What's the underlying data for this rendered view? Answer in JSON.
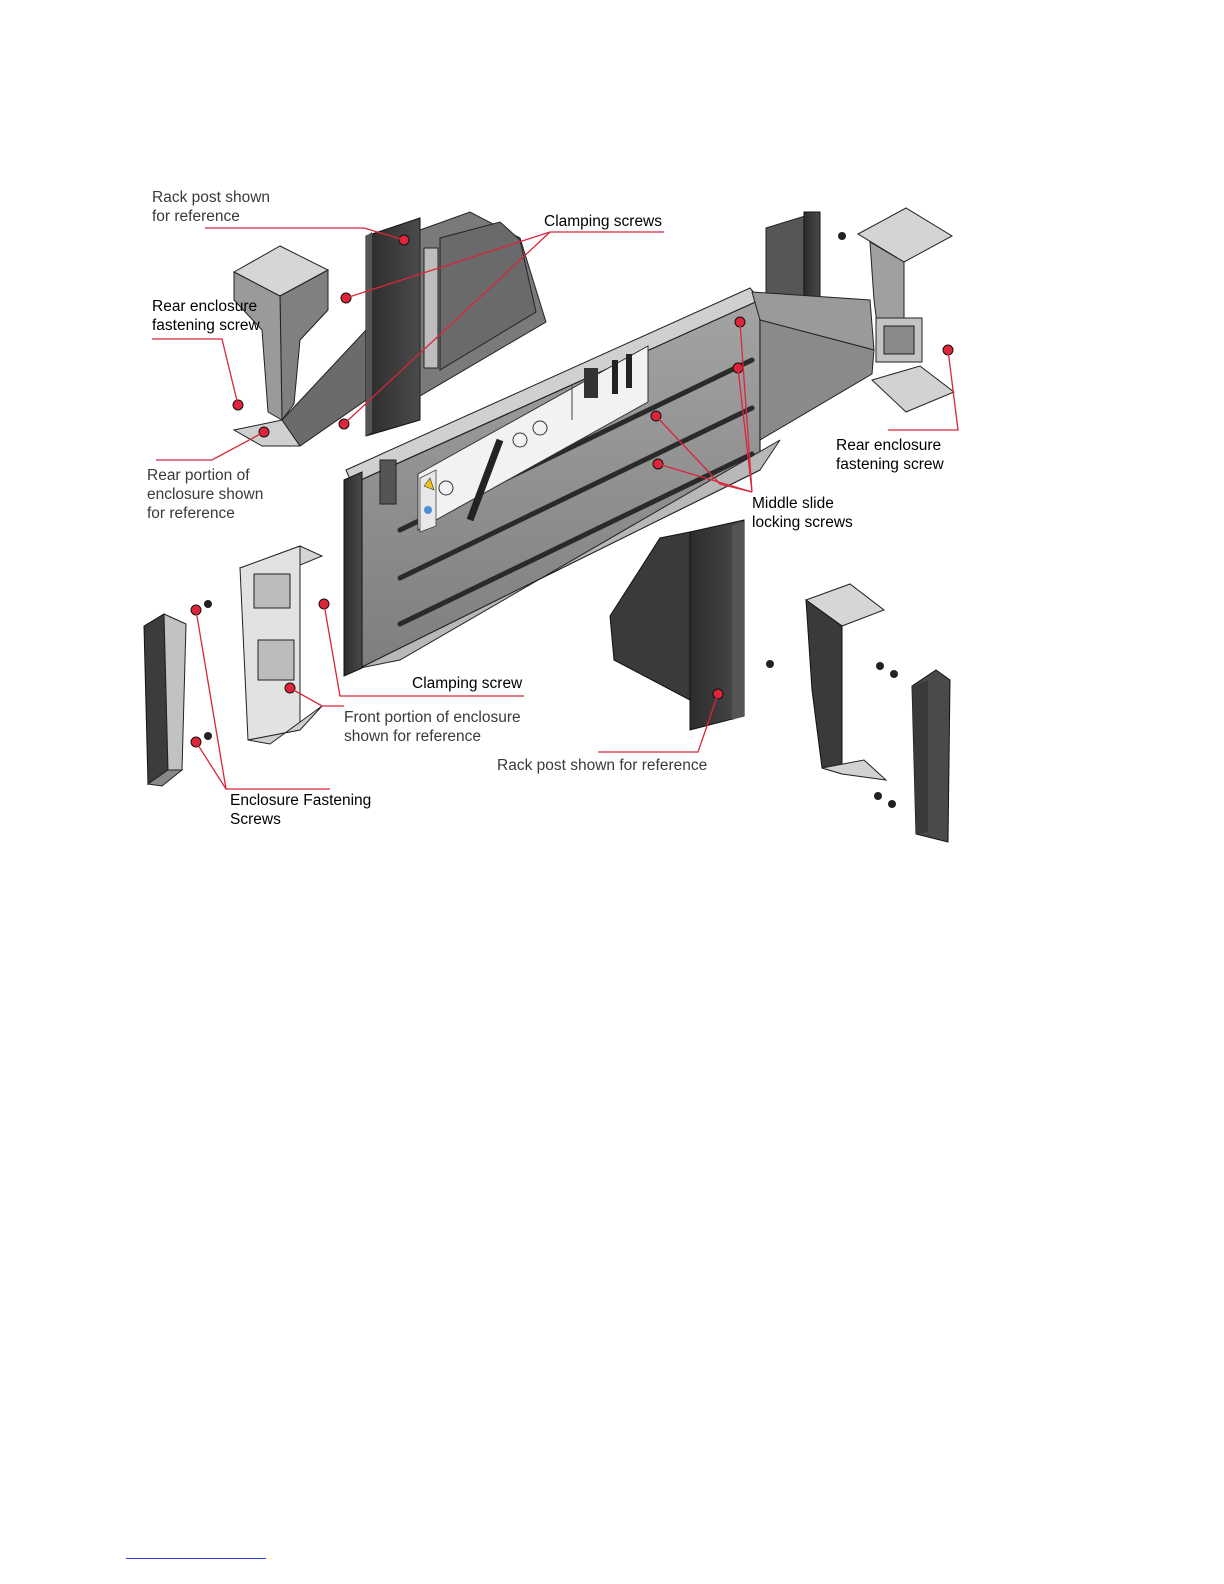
{
  "labels": {
    "rack_post_top": [
      "Rack post shown",
      "for reference"
    ],
    "clamping_screws": [
      "Clamping screws"
    ],
    "rear_fastening_left": [
      "Rear enclosure",
      "fastening screw"
    ],
    "rear_portion": [
      "Rear portion of",
      "enclosure shown",
      "for reference"
    ],
    "rear_fastening_right": [
      "Rear enclosure",
      "fastening screw"
    ],
    "middle_slide": [
      "Middle slide",
      "locking screws"
    ],
    "clamping_screw": [
      "Clamping screw"
    ],
    "front_portion": [
      "Front portion of enclosure",
      "shown for reference"
    ],
    "rack_post_bottom": [
      "Rack post shown for reference"
    ],
    "enclosure_fastening": [
      "Enclosure Fastening",
      "Screws"
    ]
  },
  "colors": {
    "leader": "#d9263c",
    "screw": "#e0243a",
    "rail": "#8c8c8c",
    "rail_dark": "#3c3c3c",
    "post": "#3a3a3a",
    "plate": "#cfcfcf",
    "footer_rule": "#2b3fd8"
  }
}
